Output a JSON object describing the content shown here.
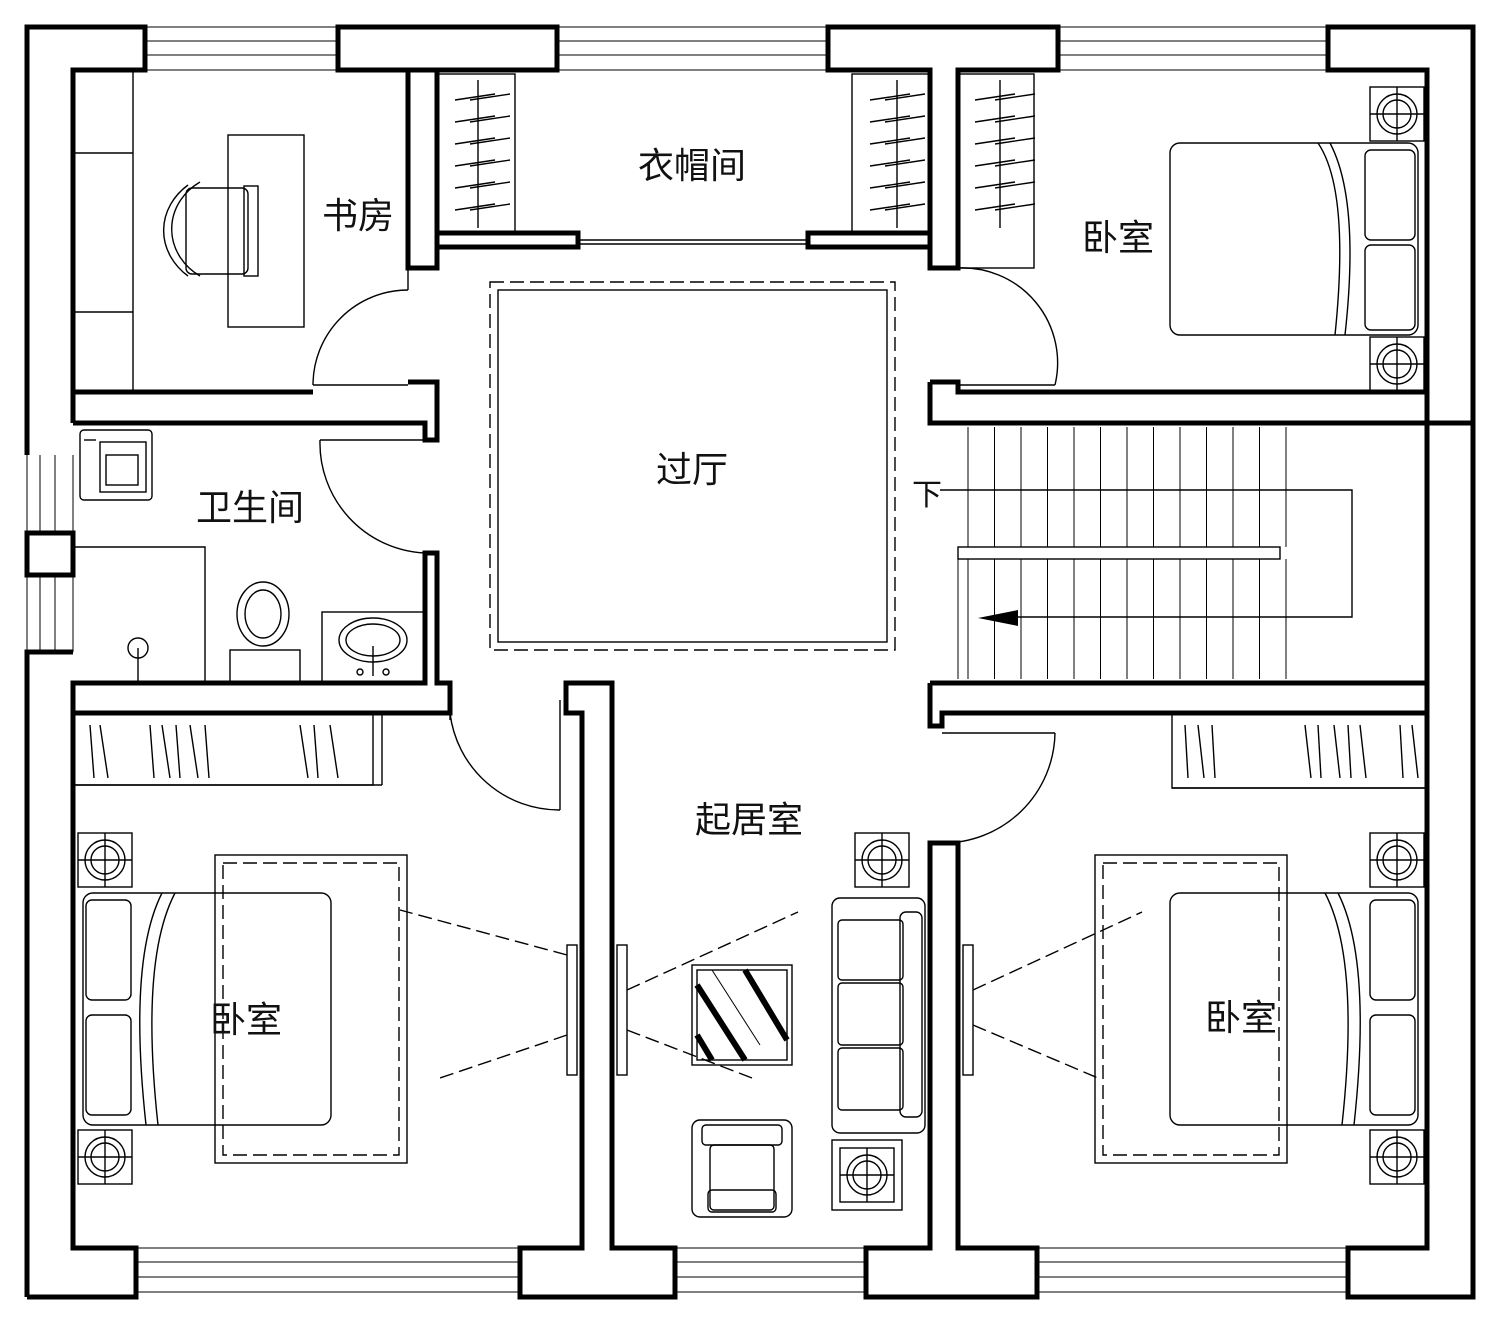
{
  "rooms": {
    "study": "书房",
    "cloakroom": "衣帽间",
    "bedroom_ne": "卧室",
    "bathroom": "卫生间",
    "hall": "过厅",
    "living": "起居室",
    "bedroom_sw": "卧室",
    "bedroom_se": "卧室"
  },
  "stairs": {
    "down_label": "下"
  },
  "symbols": {
    "window": "window-icon",
    "door": "door-swing-icon",
    "bed": "bed-icon",
    "nightstand": "nightstand-lamp-icon",
    "wardrobe": "wardrobe-icon",
    "desk": "desk-icon",
    "chair": "chair-icon",
    "toilet": "toilet-icon",
    "sink": "sink-icon",
    "washer": "washing-machine-icon",
    "shower_drain": "floor-drain-icon",
    "sofa": "sofa-icon",
    "armchair": "armchair-icon",
    "coffee_table": "coffee-table-icon",
    "tv": "tv-icon",
    "stair_arrow": "stair-direction-arrow-icon"
  },
  "colors": {
    "ink": "#000000",
    "paper": "#ffffff"
  }
}
